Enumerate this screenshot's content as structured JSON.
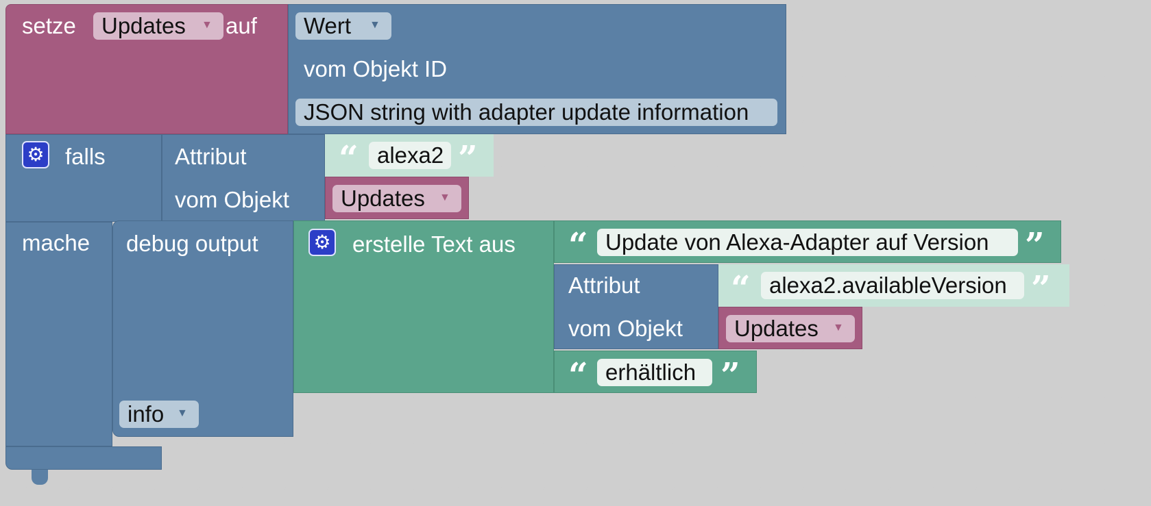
{
  "set_block": {
    "keyword": "setze",
    "variable": "Updates",
    "connector": "auf"
  },
  "get_state": {
    "selector": "Wert",
    "label": "vom Objekt ID",
    "object_id": "JSON string with adapter update information"
  },
  "if_block": {
    "keyword": "falls",
    "do_label": "mache"
  },
  "attr_condition": {
    "label": "Attribut",
    "key": "alexa2",
    "object_label": "vom Objekt",
    "object_var": "Updates"
  },
  "debug": {
    "label": "debug output",
    "level": "info"
  },
  "text_join": {
    "label": "erstelle Text aus",
    "item1": "Update von Alexa-Adapter auf Version",
    "attr_label": "Attribut",
    "attr_key": "alexa2.availableVersion",
    "attr_object_label": "vom Objekt",
    "attr_object_var": "Updates",
    "item3": "erhältlich"
  },
  "icons": {
    "dropdown": "▼",
    "gear": "⚙",
    "quote_open": "“",
    "quote_close": "”"
  },
  "colors": {
    "variable": "#a55b80",
    "object": "#5b80a5",
    "text": "#5ba58c",
    "string_literal": "#c5e3d7",
    "mutator": "#2c3ec7"
  }
}
